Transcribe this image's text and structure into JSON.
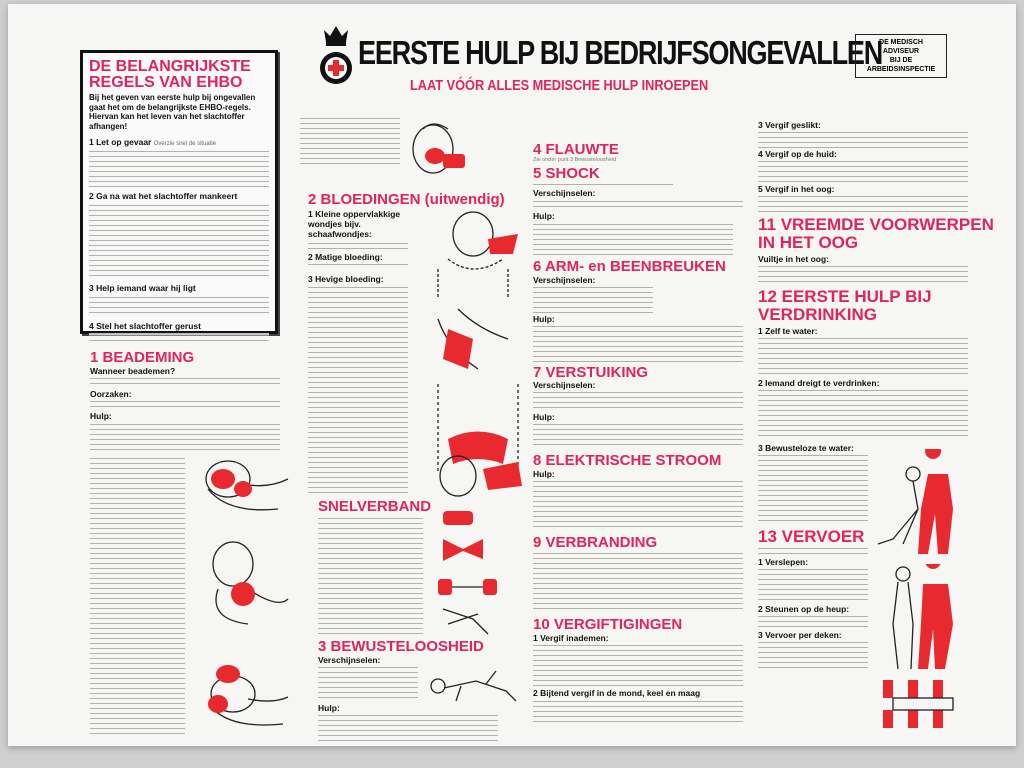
{
  "header": {
    "title": "EERSTE HULP BIJ BEDRIJFSONGEVALLEN",
    "subtitle": "LAAT VÓÓR ALLES MEDISCHE HULP INROEPEN",
    "advisor": [
      "DE MEDISCH",
      "ADVISEUR",
      "BIJ DE",
      "ARBEIDSINSPECTIE"
    ]
  },
  "rules": {
    "title": [
      "DE BELANGRIJKSTE",
      "REGELS VAN EHBO"
    ],
    "intro": "Bij het geven van eerste hulp bij ongevallen gaat het om de belangrijkste EHBO-regels. Hiervan kan het leven van het slachtoffer afhangen!",
    "items": [
      "1 Let op gevaar",
      "2 Ga na wat het slachtoffer mankeert",
      "3 Help iemand waar hij ligt",
      "4 Stel het slachtoffer gerust"
    ],
    "item1_note": "Overzie snel de situatie"
  },
  "sections": {
    "beademing": {
      "title": "1 BEADEMING",
      "subs": [
        "Wanneer beademen?",
        "Oorzaken:",
        "Hulp:"
      ]
    },
    "bloedingen": {
      "title": "2 BLOEDINGEN (uitwendig)",
      "subs": [
        "1 Kleine oppervlakkige wondjes bijv. schaafwondjes:",
        "2 Matige bloeding:",
        "3 Hevige bloeding:"
      ]
    },
    "snelverband": {
      "title": "SNELVERBAND"
    },
    "bewusteloosheid": {
      "title": "3 BEWUSTELOOSHEID",
      "subs": [
        "Verschijnselen:",
        "Hulp:"
      ]
    },
    "flauwte": {
      "title": "4 FLAUWTE",
      "note": "Zie onder punt 3 Bewusteloosheid"
    },
    "shock": {
      "title": "5 SHOCK",
      "subs": [
        "Verschijnselen:",
        "Hulp:"
      ]
    },
    "breuken": {
      "title": "6 ARM- en BEENBREUKEN",
      "subs": [
        "Verschijnselen:",
        "Hulp:"
      ]
    },
    "verstuiking": {
      "title": "7 VERSTUIKING",
      "subs": [
        "Verschijnselen:",
        "Hulp:"
      ]
    },
    "stroom": {
      "title": "8 ELEKTRISCHE STROOM",
      "subs": [
        "Hulp:"
      ]
    },
    "verbranding": {
      "title": "9 VERBRANDING"
    },
    "vergiftigingen": {
      "title": "10 VERGIFTIGINGEN",
      "subs": [
        "1 Vergif inademen:",
        "2 Bijtend vergif in de mond, keel en maag",
        "3 Vergif geslikt:",
        "4 Vergif op de huid:",
        "5 Vergif in het oog:"
      ]
    },
    "oog": {
      "title": [
        "11 VREEMDE VOORWERPEN",
        "IN HET OOG"
      ],
      "subs": [
        "Vuiltje in het oog:"
      ]
    },
    "verdrinking": {
      "title": [
        "12 EERSTE HULP BIJ",
        "VERDRINKING"
      ],
      "subs": [
        "1 Zelf te water:",
        "2 Iemand dreigt te verdrinken:",
        "3 Bewusteloze te water:"
      ]
    },
    "vervoer": {
      "title": "13 VERVOER",
      "subs": [
        "1 Verslepen:",
        "2 Steunen op de heup:",
        "3 Vervoer per deken:"
      ]
    }
  },
  "colors": {
    "accent": "#e0245e",
    "illustration_red": "#e8292f"
  }
}
